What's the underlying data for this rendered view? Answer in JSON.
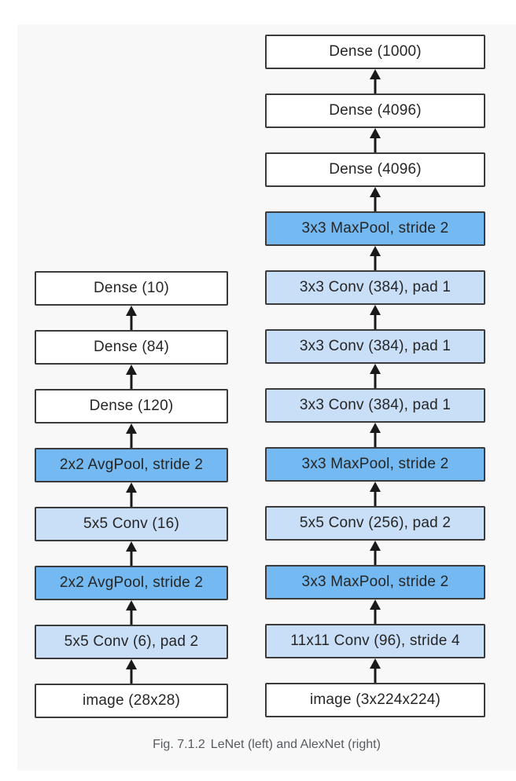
{
  "figure": {
    "caption_prefix": "Fig. 7.1.2",
    "caption_text": "LeNet (left) and AlexNet (right)"
  },
  "colors": {
    "panel_background": "#f8f8f9",
    "pool_fill": "#74b9f1",
    "conv_fill": "#c9def7",
    "plain_fill": "#ffffff",
    "box_border": "#3b3b3b",
    "arrow": "#1a1a1a",
    "caption_text": "#575b61"
  },
  "lenet": {
    "name": "LeNet",
    "layers": [
      {
        "label": "Dense (10)",
        "type": "dense"
      },
      {
        "label": "Dense (84)",
        "type": "dense"
      },
      {
        "label": "Dense (120)",
        "type": "dense"
      },
      {
        "label": "2x2 AvgPool, stride 2",
        "type": "pool"
      },
      {
        "label": "5x5 Conv (16)",
        "type": "conv"
      },
      {
        "label": "2x2 AvgPool, stride 2",
        "type": "pool"
      },
      {
        "label": "5x5 Conv (6), pad 2",
        "type": "conv"
      },
      {
        "label": "image (28x28)",
        "type": "input"
      }
    ]
  },
  "alexnet": {
    "name": "AlexNet",
    "layers": [
      {
        "label": "Dense (1000)",
        "type": "dense"
      },
      {
        "label": "Dense (4096)",
        "type": "dense"
      },
      {
        "label": "Dense (4096)",
        "type": "dense"
      },
      {
        "label": "3x3 MaxPool, stride 2",
        "type": "pool"
      },
      {
        "label": "3x3 Conv (384), pad 1",
        "type": "conv"
      },
      {
        "label": "3x3 Conv (384), pad 1",
        "type": "conv"
      },
      {
        "label": "3x3 Conv (384), pad 1",
        "type": "conv"
      },
      {
        "label": "3x3 MaxPool, stride 2",
        "type": "pool"
      },
      {
        "label": "5x5 Conv (256), pad 2",
        "type": "conv"
      },
      {
        "label": "3x3 MaxPool, stride 2",
        "type": "pool"
      },
      {
        "label": "11x11 Conv (96), stride 4",
        "type": "conv"
      },
      {
        "label": "image (3x224x224)",
        "type": "input"
      }
    ]
  }
}
